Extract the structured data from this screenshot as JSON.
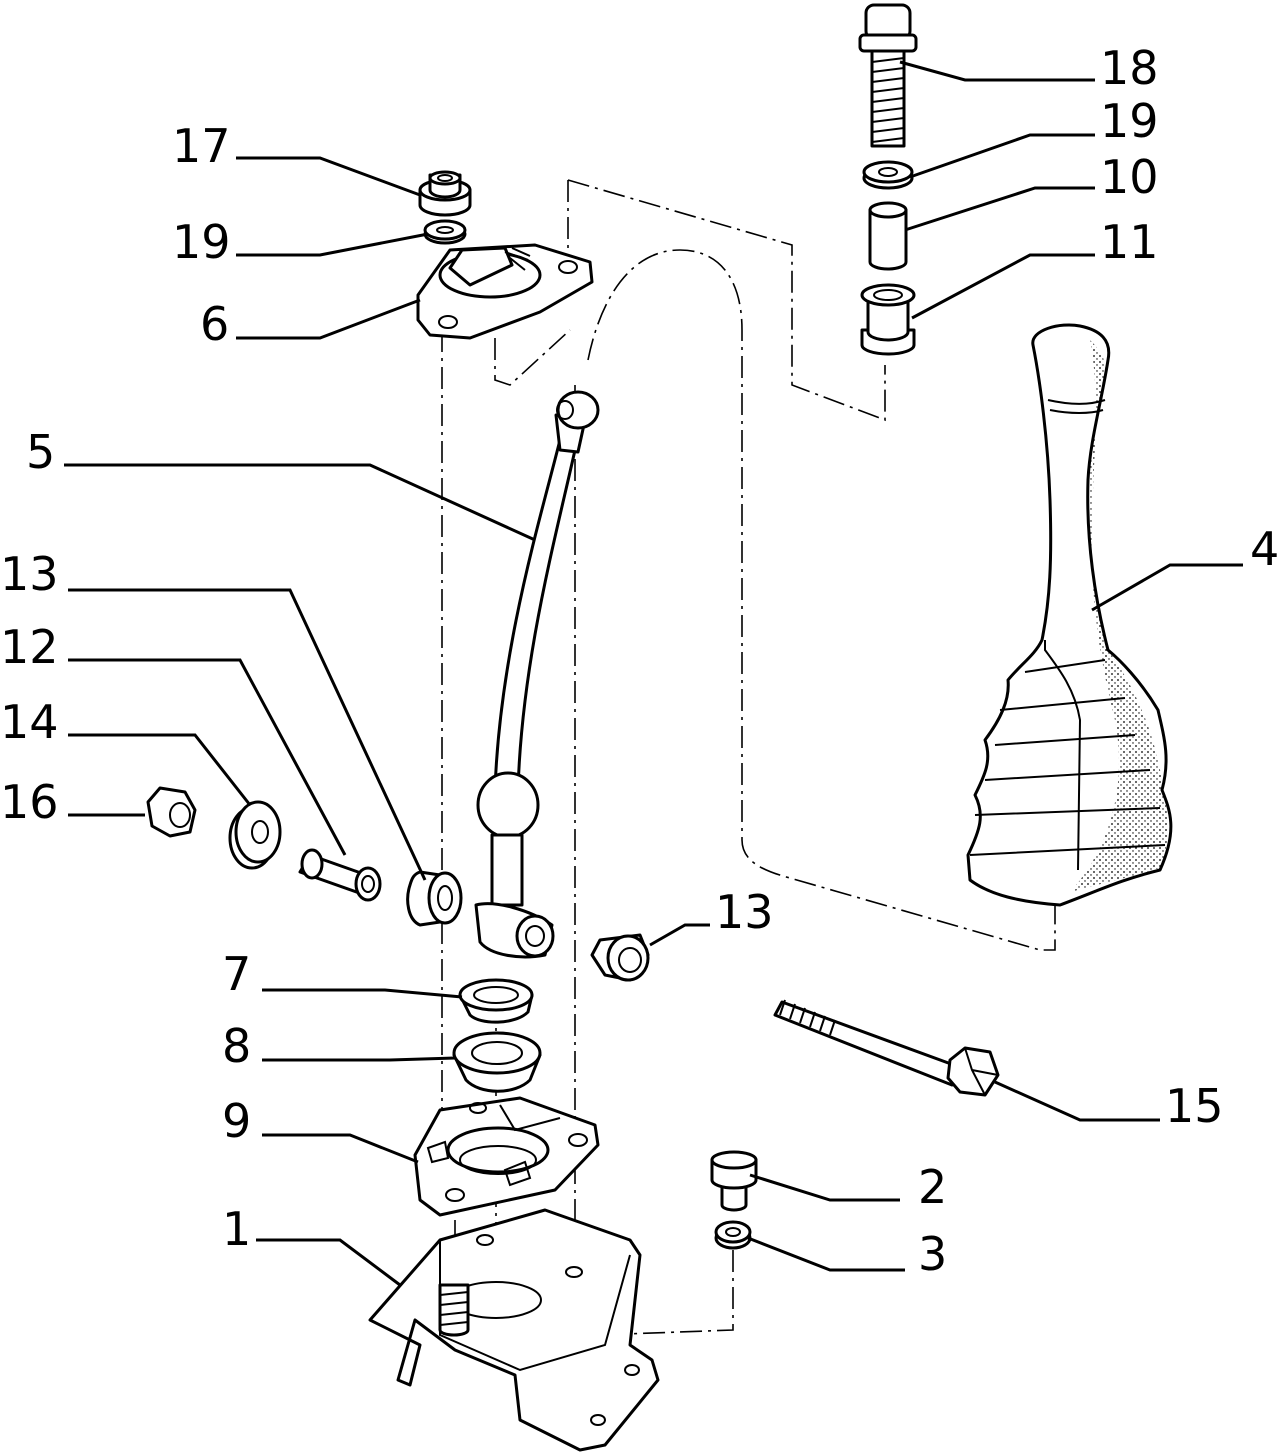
{
  "diagram": {
    "callouts": [
      {
        "id": "c18",
        "label": "18"
      },
      {
        "id": "c19a",
        "label": "19"
      },
      {
        "id": "c10",
        "label": "10"
      },
      {
        "id": "c11",
        "label": "11"
      },
      {
        "id": "c17",
        "label": "17"
      },
      {
        "id": "c19b",
        "label": "19"
      },
      {
        "id": "c6",
        "label": "6"
      },
      {
        "id": "c5",
        "label": "5"
      },
      {
        "id": "c4",
        "label": "4"
      },
      {
        "id": "c13a",
        "label": "13"
      },
      {
        "id": "c12",
        "label": "12"
      },
      {
        "id": "c14",
        "label": "14"
      },
      {
        "id": "c16",
        "label": "16"
      },
      {
        "id": "c13b",
        "label": "13"
      },
      {
        "id": "c7",
        "label": "7"
      },
      {
        "id": "c8",
        "label": "8"
      },
      {
        "id": "c15",
        "label": "15"
      },
      {
        "id": "c9",
        "label": "9"
      },
      {
        "id": "c2",
        "label": "2"
      },
      {
        "id": "c1",
        "label": "1"
      },
      {
        "id": "c3",
        "label": "3"
      }
    ]
  }
}
